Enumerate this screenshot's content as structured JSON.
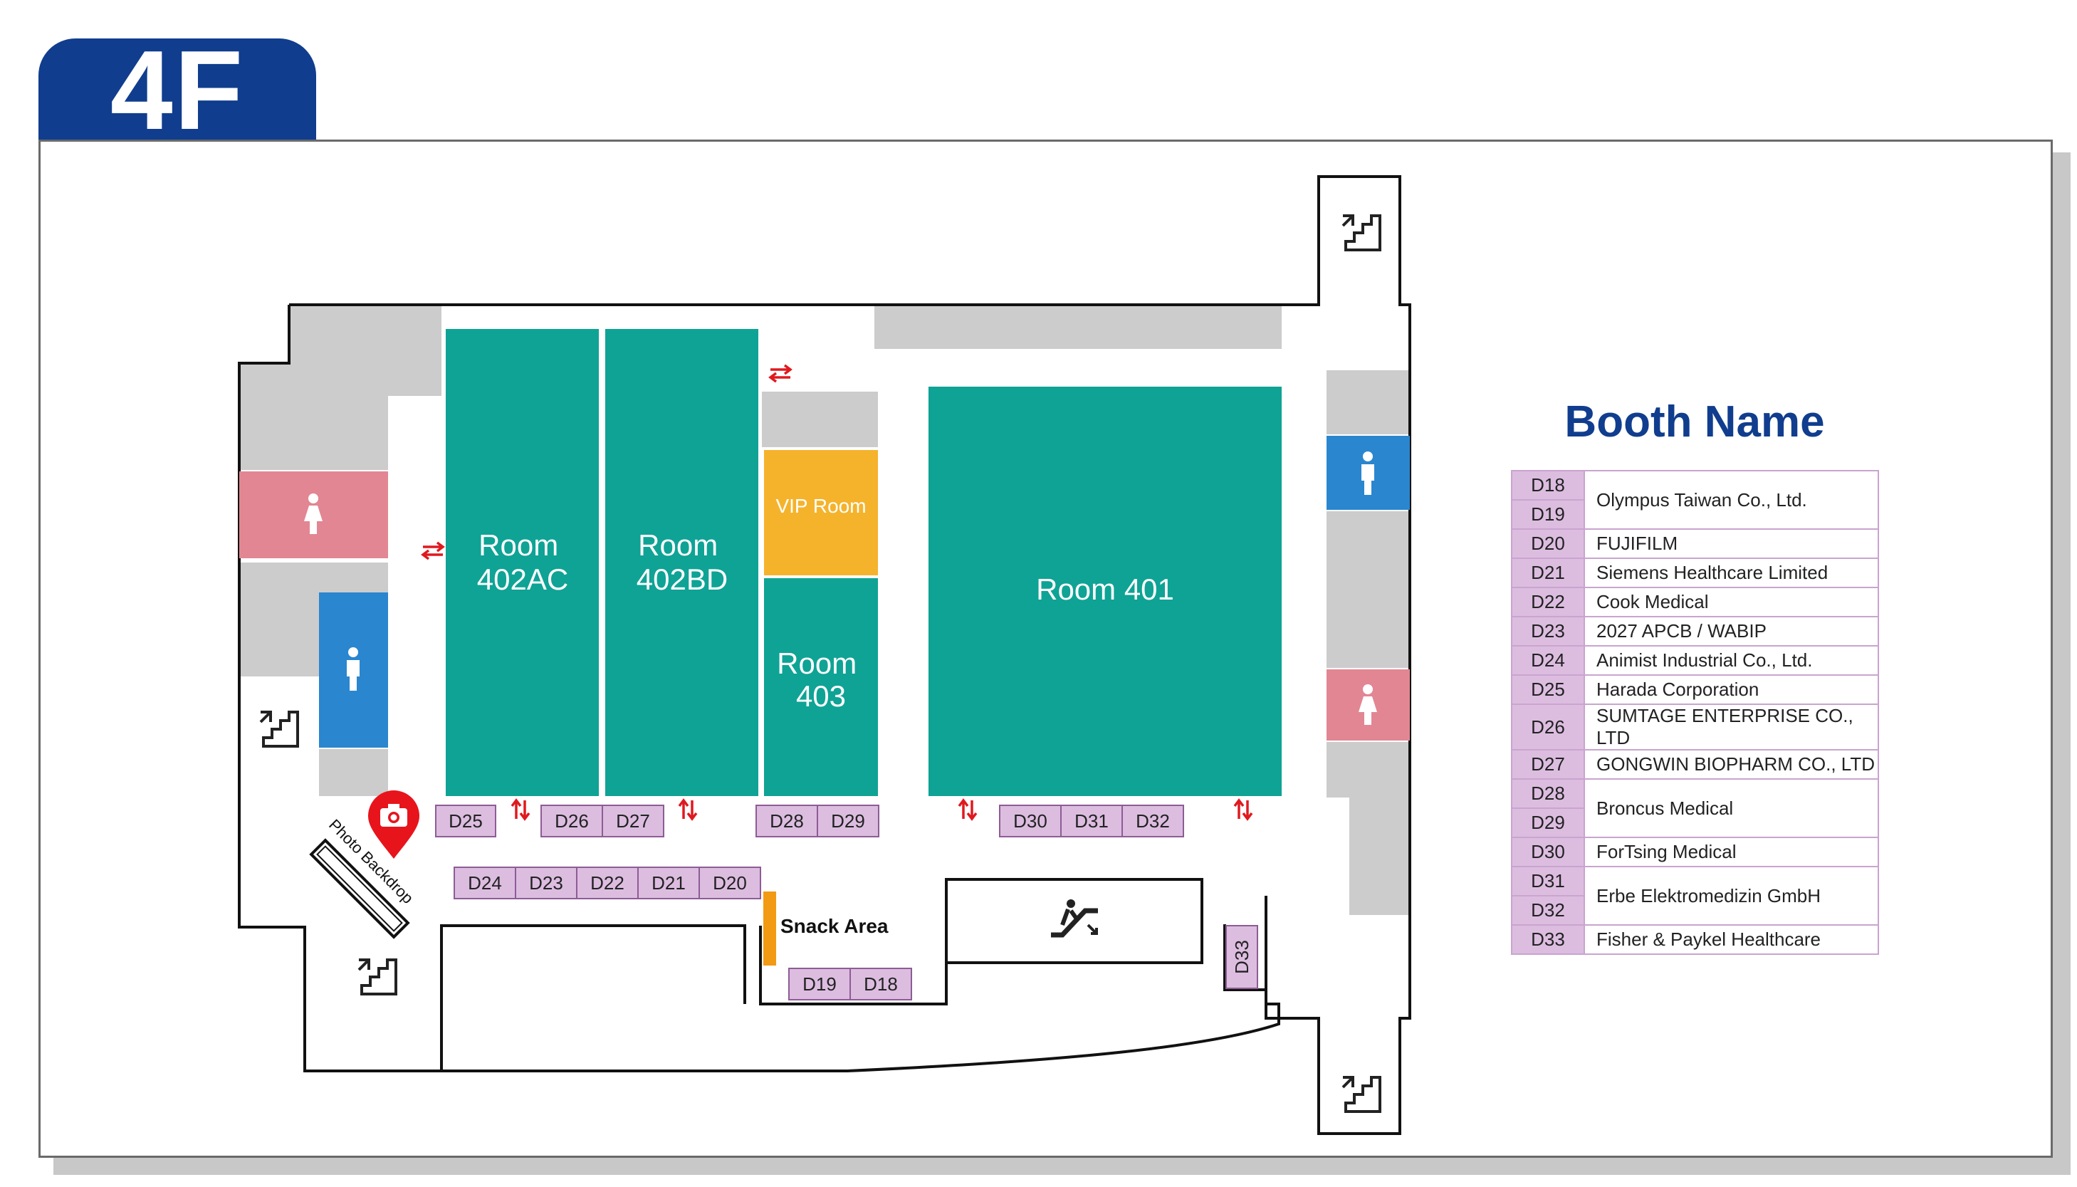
{
  "floor_label": "4F",
  "rooms": {
    "room_402ac": [
      "Room",
      "402AC"
    ],
    "room_402bd": [
      "Room",
      "402BD"
    ],
    "room_403": [
      "Room",
      "403"
    ],
    "vip_room": "VIP Room",
    "room_401": "Room 401"
  },
  "labels": {
    "snack_area": "Snack Area",
    "photo_backdrop": "Photo Backdrop"
  },
  "booths": [
    "D18",
    "D19",
    "D20",
    "D21",
    "D22",
    "D23",
    "D24",
    "D25",
    "D26",
    "D27",
    "D28",
    "D29",
    "D30",
    "D31",
    "D32",
    "D33"
  ],
  "colors": {
    "floor_tab": "#103d8e",
    "room_teal": "#0ea395",
    "vip_orange": "#f5b32c",
    "female_restroom": "#e28693",
    "male_restroom": "#2a86cf",
    "booth_fill": "#dcbde0",
    "service_gray": "#cccccc",
    "snack_marker": "#f29a13",
    "photo_pin": "#e8141c",
    "arrow_red": "#e0191e"
  },
  "icons": [
    "stairs-icon",
    "escalator-icon",
    "female-restroom-icon",
    "male-restroom-icon",
    "camera-pin-icon",
    "direction-arrows-icon"
  ],
  "legend": {
    "title": "Booth Name",
    "entries": [
      {
        "codes": [
          "D18",
          "D19"
        ],
        "name": "Olympus Taiwan Co., Ltd."
      },
      {
        "codes": [
          "D20"
        ],
        "name": "FUJIFILM"
      },
      {
        "codes": [
          "D21"
        ],
        "name": "Siemens Healthcare Limited"
      },
      {
        "codes": [
          "D22"
        ],
        "name": "Cook Medical"
      },
      {
        "codes": [
          "D23"
        ],
        "name": "2027 APCB / WABIP"
      },
      {
        "codes": [
          "D24"
        ],
        "name": "Animist Industrial Co., Ltd."
      },
      {
        "codes": [
          "D25"
        ],
        "name": "Harada Corporation"
      },
      {
        "codes": [
          "D26"
        ],
        "name": "SUMTAGE ENTERPRISE CO., LTD"
      },
      {
        "codes": [
          "D27"
        ],
        "name": "GONGWIN BIOPHARM CO., LTD"
      },
      {
        "codes": [
          "D28",
          "D29"
        ],
        "name": "Broncus Medical"
      },
      {
        "codes": [
          "D30"
        ],
        "name": "ForTsing Medical"
      },
      {
        "codes": [
          "D31",
          "D32"
        ],
        "name": "Erbe Elektromedizin GmbH"
      },
      {
        "codes": [
          "D33"
        ],
        "name": "Fisher & Paykel Healthcare"
      }
    ]
  }
}
